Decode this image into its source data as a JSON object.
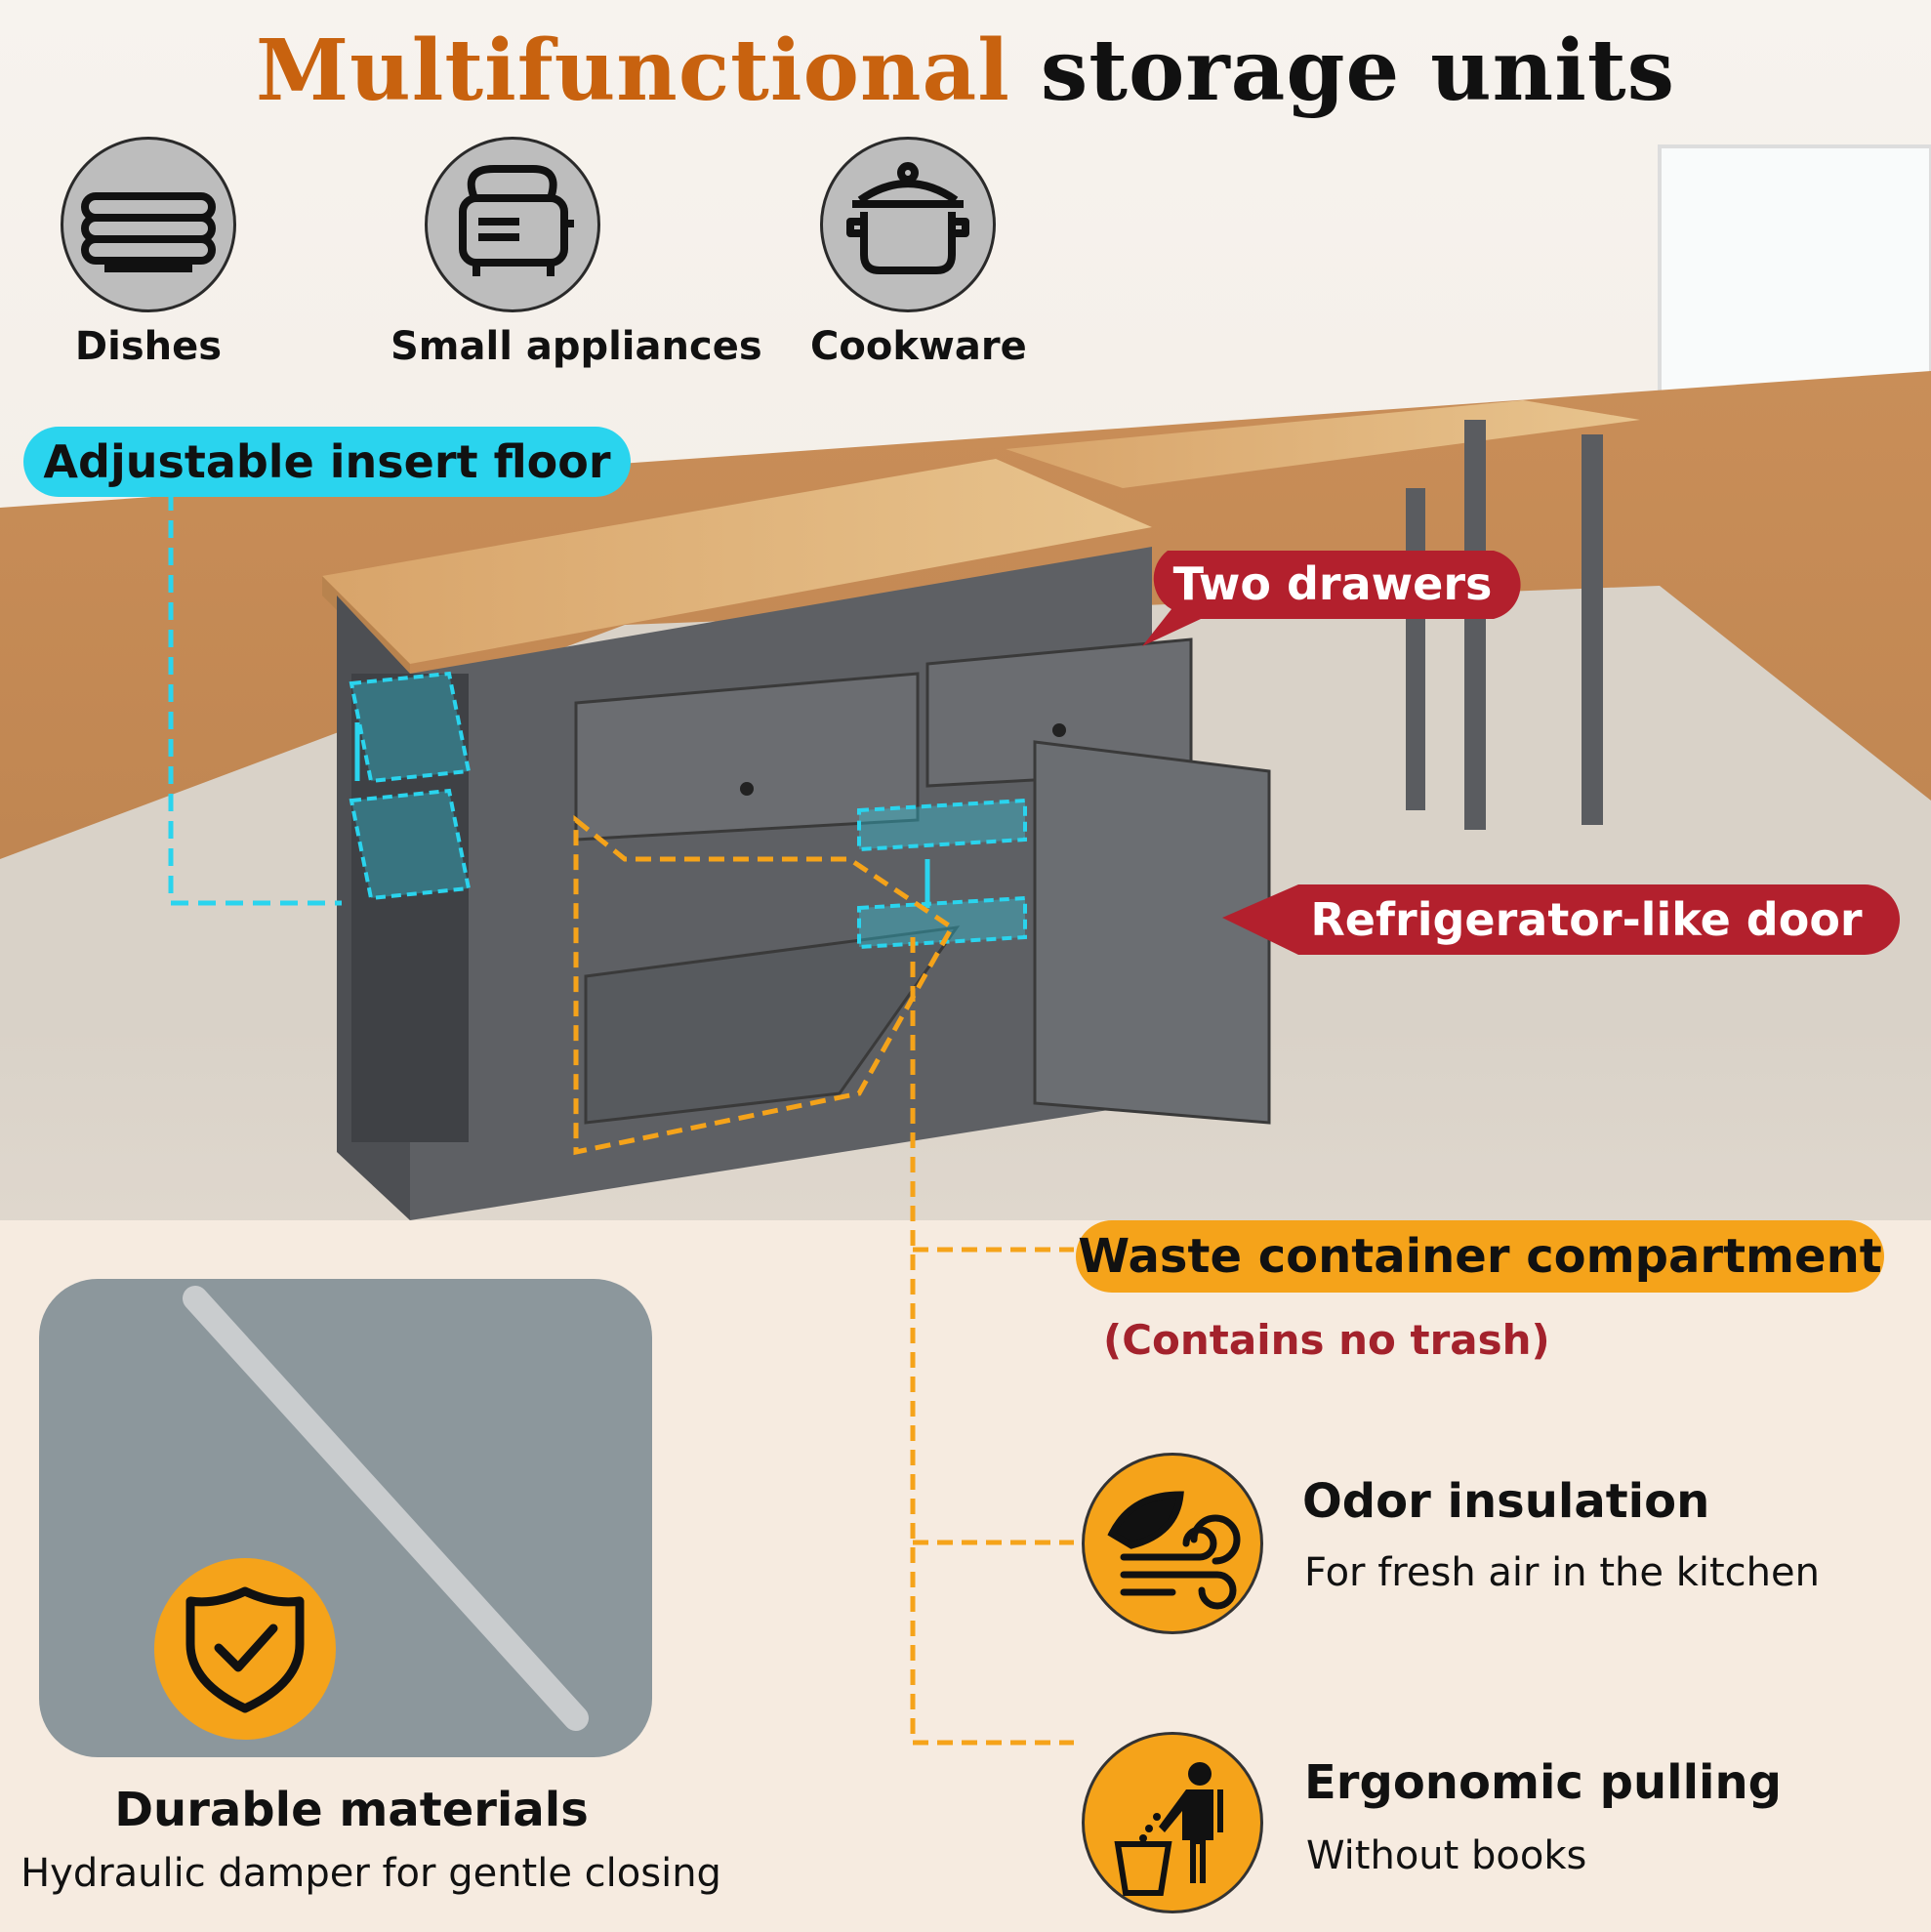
{
  "title": {
    "accent": "Multifunctional",
    "rest": "storage units"
  },
  "categories": [
    {
      "label": "Dishes",
      "icon": "dishes-icon"
    },
    {
      "label": "Small appliances",
      "icon": "toaster-icon"
    },
    {
      "label": "Cookware",
      "icon": "cooking-pot-icon"
    }
  ],
  "callouts": {
    "adjustable": "Adjustable insert floor",
    "drawers": "Two drawers",
    "fridge_door": "Refrigerator-like door",
    "waste": "Waste container compartment",
    "waste_note": "(Contains no trash)"
  },
  "features": [
    {
      "title": "Odor insulation",
      "sub": "For fresh air in the kitchen",
      "icon": "leaf-wind-icon"
    },
    {
      "title": "Ergonomic pulling",
      "sub": "Without books",
      "icon": "trash-person-icon"
    }
  ],
  "durable": {
    "title": "Durable materials",
    "sub": "Hydraulic damper for gentle closing",
    "icon": "shield-check-icon"
  },
  "colors": {
    "accent": "#c8620f",
    "cyan": "#2ad4ee",
    "red": "#b3202d",
    "orange": "#f5a31a",
    "cabinet": "#5e6064",
    "wood": "#d9ab70"
  }
}
